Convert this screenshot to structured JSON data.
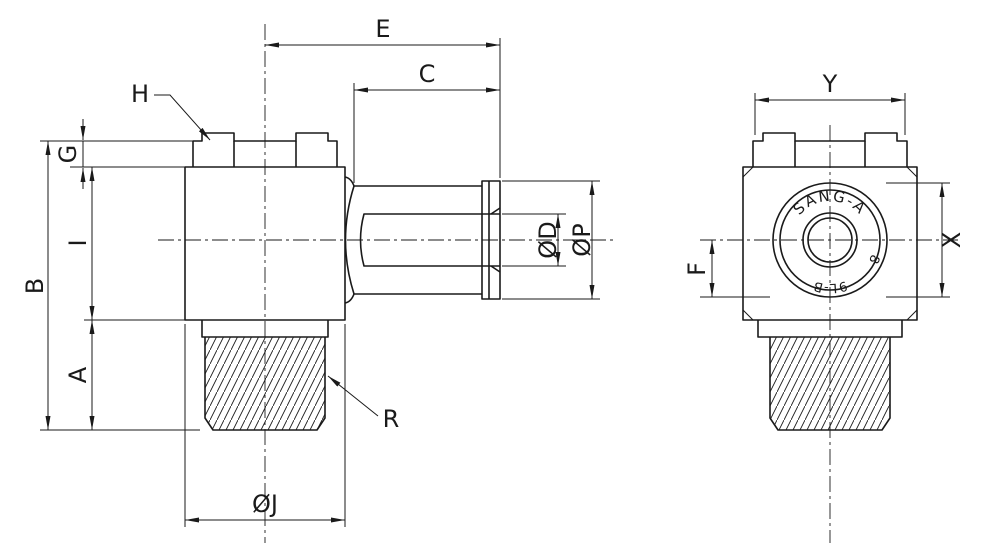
{
  "page": {
    "background": "#ffffff",
    "ink_color": "#1a1a1a"
  },
  "drawing": {
    "dimension_labels": {
      "E": "E",
      "C": "C",
      "H": "H",
      "G": "G",
      "B": "B",
      "I": "I",
      "A": "A",
      "J": "ØJ",
      "R": "R",
      "D": "ØD",
      "P": "ØP",
      "Y": "Y",
      "X": "X",
      "F": "F"
    },
    "face_marking": {
      "top": "SANG-A",
      "bottom": "9L-B",
      "size": "8"
    }
  }
}
